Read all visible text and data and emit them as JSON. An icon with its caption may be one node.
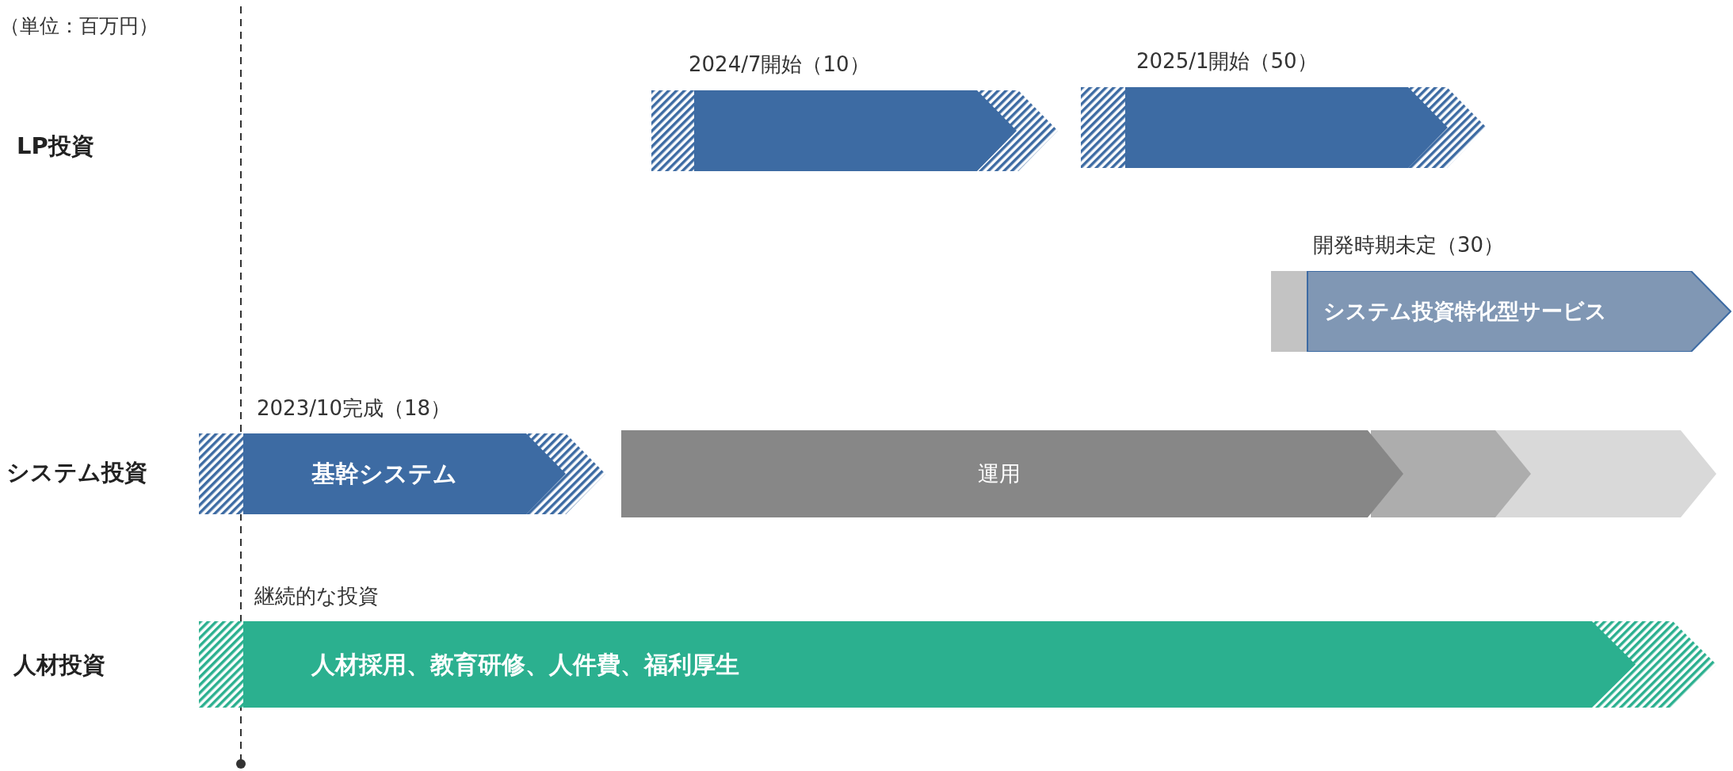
{
  "diagram": {
    "nodes": [
      {
        "text": [],
        "shape": "chevron",
        "beside": [
          "2024/7開始（10）"
        ]
      },
      {
        "text": [],
        "shape": "chevron",
        "beside": [
          "2025/1開始（50）"
        ]
      },
      {
        "text": [
          "システム投資特化型サービス"
        ],
        "beside": [
          "開発時期未定（30）"
        ]
      },
      {
        "text": [
          "基幹システム"
        ],
        "beside": [
          "2023/10完成（18）"
        ]
      },
      {
        "text": [
          "運用"
        ]
      },
      {
        "text": [],
        "shape": "chevron"
      },
      {
        "text": [],
        "shape": "chevron"
      },
      {
        "text": [
          "人材採用、教育研修、人件費、福利厚生"
        ],
        "beside": [
          "継続的な投資"
        ]
      }
    ],
    "labels": [
      "（単位：百万円）",
      "LP投資",
      "システム投資",
      "人材投資"
    ]
  }
}
